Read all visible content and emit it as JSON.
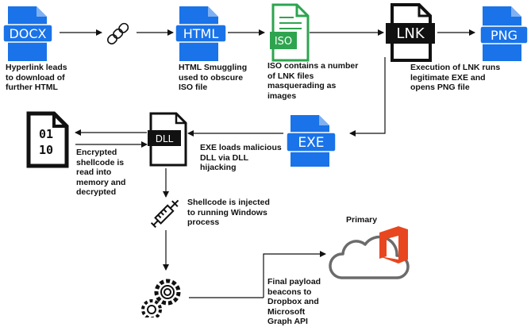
{
  "colors": {
    "blue": "#1a73e8",
    "green": "#2ea44f",
    "black": "#111111",
    "gray": "#6b6b6b",
    "office_red": "#e8461f"
  },
  "icons": {
    "docx": {
      "text": "DOCX",
      "semantic": "docx-file-icon"
    },
    "chain": {
      "semantic": "chain-link-icon"
    },
    "html": {
      "text": "HTML",
      "semantic": "html-file-icon"
    },
    "iso": {
      "text": "ISO",
      "semantic": "iso-file-icon"
    },
    "lnk": {
      "text": "LNK",
      "semantic": "lnk-file-icon"
    },
    "png": {
      "text": "PNG",
      "semantic": "png-file-icon"
    },
    "exe": {
      "text": "EXE",
      "semantic": "exe-file-icon"
    },
    "dll": {
      "text": "DLL",
      "semantic": "dll-file-icon"
    },
    "binary": {
      "text_top": "01",
      "text_bottom": "10",
      "semantic": "binary-file-icon"
    },
    "syringe": {
      "semantic": "syringe-icon"
    },
    "gears": {
      "semantic": "gears-icon"
    },
    "cloud": {
      "semantic": "cloud-icon"
    },
    "office": {
      "semantic": "office-logo-icon"
    }
  },
  "labels": {
    "docx": "Hyperlink leads\nto download of\nfurther HTML",
    "html": "HTML Smuggling\nused to obscure\nISO file",
    "iso": "ISO contains a number\nof LNK files\nmasquerading as\nimages",
    "lnk": "Execution of LNK runs\nlegitimate EXE and\nopens PNG file",
    "exe": "EXE loads malicious\nDLL via DLL\nhijacking",
    "dll": "Encrypted\nshellcode is\nread into\nmemory and\ndecrypted",
    "syringe": "Shellcode is injected\nto running Windows\nprocess",
    "primary": "Primary",
    "final": "Final payload\nbeacons to\nDropbox and\nMicrosoft\nGraph API"
  }
}
